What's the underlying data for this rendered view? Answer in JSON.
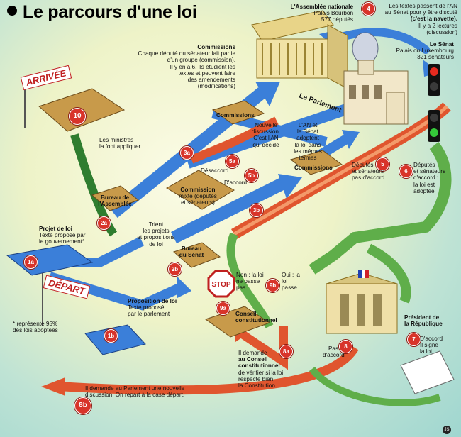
{
  "title": "Le parcours d'une loi",
  "colors": {
    "blue": "#3b7fd9",
    "red": "#e0552e",
    "green": "#5fae4a",
    "darkgreen": "#2f7d2f",
    "badge": "#d8342a"
  },
  "labels": {
    "assemblee": [
      "L'Assemblée nationale",
      "Palais Bourbon",
      "577 députés"
    ],
    "senat": [
      "Le Sénat",
      "Palais du Luxembourg",
      "321 sénateurs"
    ],
    "navette": [
      "Les textes  passent de l'AN",
      "au Sénat pour y être discuté",
      "(c'est la navette).",
      "Il y a 2 lectures",
      "(discussion)"
    ],
    "commissions_head": "Commissions",
    "commissions_text": [
      "Chaque député ou sénateur fait partie",
      "d'un groupe (commission).",
      "Il y en a 6. Ils étudient les",
      "textes et peuvent faire",
      "des amendements",
      "(modifications)"
    ],
    "le_parlement": "Le Parlement",
    "commissions_small": "Commissions",
    "nouvelle_discussion": [
      "Nouvelle",
      "discussion.",
      "C'est l'AN",
      "qui décide"
    ],
    "an_senat_adoptent": [
      "L'AN et",
      "le Sénat",
      "adoptent",
      "la loi dans",
      "les mêmes",
      "termes"
    ],
    "commissions_mid": "Commissions",
    "desaccord": "Désaccord",
    "daccord": "D'accord",
    "commission_mixte": [
      "Commission",
      "mixte (députés",
      "et sénateurs)"
    ],
    "deputes_pas": [
      "Députés",
      "et sénateurs",
      "pas d'accord"
    ],
    "deputes_accord": [
      "Députés",
      "et sénateurs",
      "d'accord :",
      "la loi est",
      "adoptée"
    ],
    "ministres": [
      "Les ministres",
      "la font appliquer"
    ],
    "bureau_an": [
      "Bureau de",
      "l'Assemblée"
    ],
    "trient": [
      "Trient",
      "les projets",
      "et propositions",
      "de loi"
    ],
    "projet": [
      "Projet de loi",
      "Texte proposé par",
      "le gouvernement*"
    ],
    "bureau_senat": [
      "Bureau",
      "du Sénat"
    ],
    "non_passe": [
      "Non : la loi",
      "ne passe",
      "pas."
    ],
    "oui_passe": [
      "Oui : la",
      "loi",
      "passe."
    ],
    "president": [
      "Président de",
      "la République"
    ],
    "proposition": [
      "Proposition de loi",
      "Texte proposé",
      "par le parlement"
    ],
    "note": [
      "* représente 95%",
      "des lois adoptées"
    ],
    "conseil": [
      "Conseil",
      "constitutionnel"
    ],
    "pas_accord": [
      "Pas",
      "d'accord"
    ],
    "signe": [
      "D'accord :",
      "Il signe",
      "la loi"
    ],
    "conseil_verif": [
      "Il demande",
      "au Conseil",
      "constitutionnel",
      "de vérifier si la loi",
      "respecte bien",
      "la Constitution."
    ],
    "parlement_nouvelle": [
      "Il demande au Parlement une nouvelle",
      "discussion. On repart à la case départ."
    ],
    "arrivee": "ARRIVÉE",
    "depart": "DÉPART",
    "stop": "STOP",
    "footer": "JS"
  },
  "steps": [
    "10",
    "4",
    "3a",
    "5a",
    "5b",
    "3b",
    "5",
    "6",
    "2a",
    "2b",
    "1a",
    "1b",
    "9a",
    "9b",
    "8a",
    "8",
    "7",
    "8b"
  ]
}
